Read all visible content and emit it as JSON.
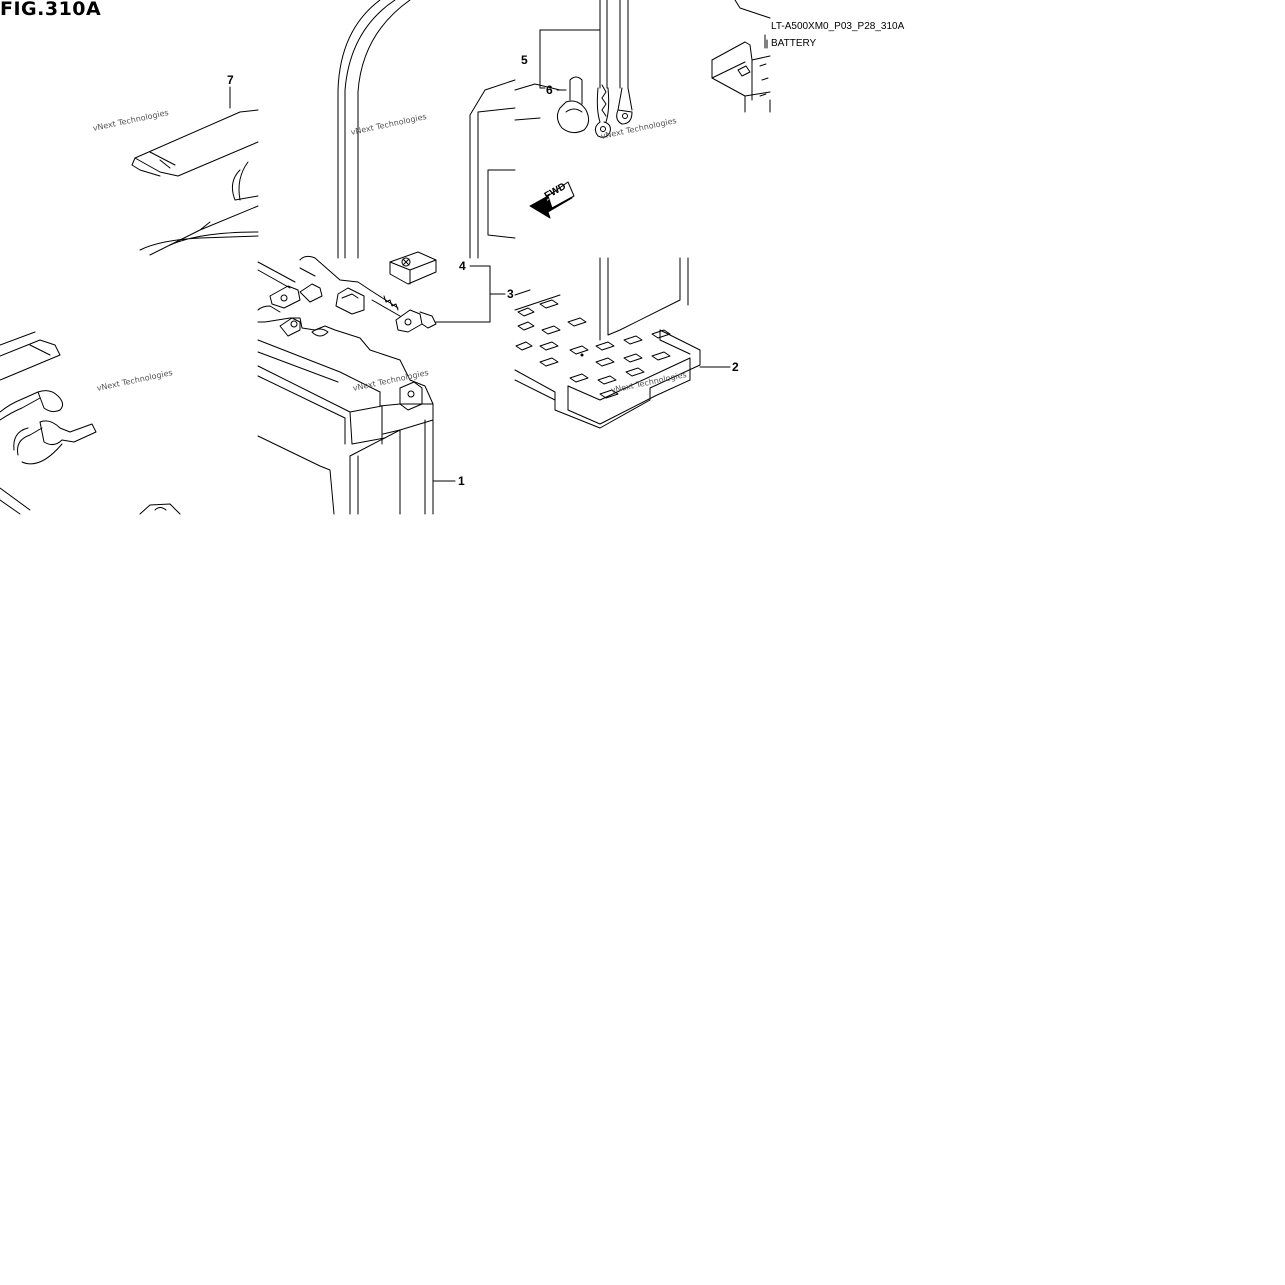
{
  "header": {
    "figure_title": "FIG.310A",
    "drawing_code": "LT-A500XM0_P03_P28_310A",
    "section_title": "BATTERY"
  },
  "callouts": {
    "c1": "1",
    "c2": "2",
    "c3": "3",
    "c4": "4",
    "c5": "5",
    "c6": "6",
    "c7": "7"
  },
  "direction_arrow": "FWD",
  "watermark": "vNext Technologies",
  "colors": {
    "line": "#000000",
    "background": "#ffffff",
    "watermark": "#555555"
  }
}
